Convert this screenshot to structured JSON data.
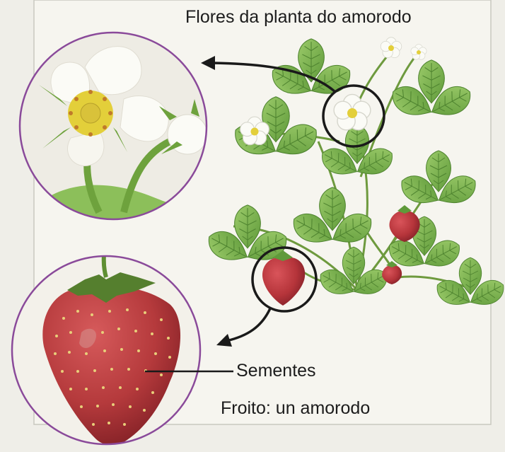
{
  "labels": {
    "flowers": "Flores da planta do amorodo",
    "seeds": "Sementes",
    "fruit": "Froito: un amorodo"
  },
  "colors": {
    "page_background": "#efeee8",
    "panel_background": "#f6f5ef",
    "circle_outline": "#8a4a9a",
    "marker_ring": "#1a1a1a",
    "leaf_green": "#7fb24c",
    "leaf_vein": "#4f8430",
    "strawberry_red": "#b5343a",
    "flower_white": "#fbfbf6",
    "stamen_yellow": "#e3cf3a"
  },
  "icons": [
    "flower-illustration",
    "strawberry-illustration",
    "leaf-illustration",
    "pointer-arrow"
  ]
}
